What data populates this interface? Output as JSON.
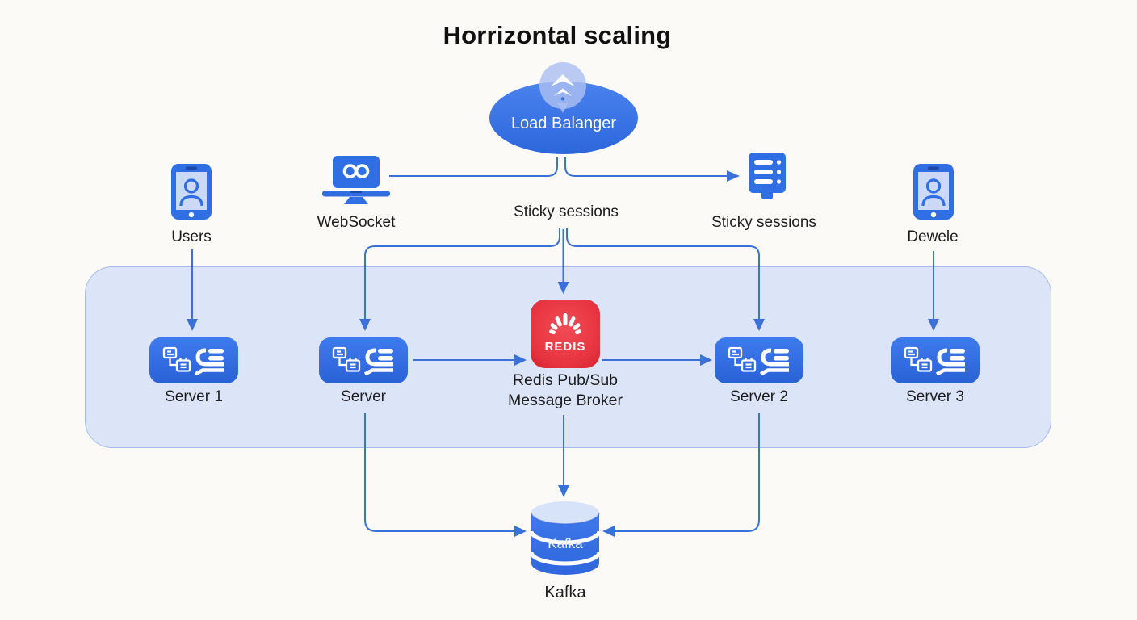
{
  "title": "Horrizontal scaling",
  "colors": {
    "icon_blue": "#2f6fe3",
    "arrow_blue": "#3a70d7",
    "redis_red": "#e6323f",
    "container_fill": "#dce5f7",
    "kafka_top_light": "#d7e3f8"
  },
  "load_balancer": {
    "label": "Load Balanger"
  },
  "clients": {
    "left_label": "Users",
    "right_label": "Dewele"
  },
  "websocket": {
    "label": "WebSocket"
  },
  "sticky_sessions": {
    "center_label": "Sticky sessions",
    "right_label": "Sticky sessions"
  },
  "servers": [
    {
      "label": "Server 1"
    },
    {
      "label": "Server"
    },
    {
      "label": "Server 2"
    },
    {
      "label": "Server 3"
    }
  ],
  "redis": {
    "logo": "REDIS",
    "caption_line1": "Redis Pub/Sub",
    "caption_line2": "Message Broker"
  },
  "kafka": {
    "cylinder_label": "Kafka",
    "caption": "Kafka"
  }
}
